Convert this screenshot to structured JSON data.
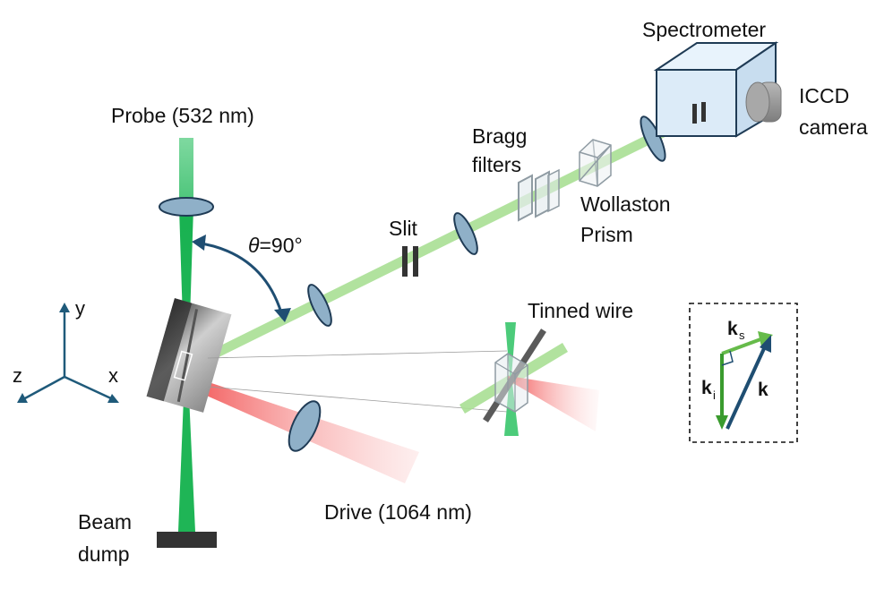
{
  "labels": {
    "spectrometer": "Spectrometer",
    "iccd_line1": "ICCD",
    "iccd_line2": "camera",
    "probe": "Probe (532 nm)",
    "bragg_line1": "Bragg",
    "bragg_line2": "filters",
    "wollaston_line1": "Wollaston",
    "wollaston_line2": "Prism",
    "slit": "Slit",
    "theta_symbol": "θ",
    "theta_value": "=90°",
    "tinned_wire": "Tinned wire",
    "drive": "Drive (1064 nm)",
    "beam_dump_line1": "Beam",
    "beam_dump_line2": "dump"
  },
  "axes": {
    "y": "y",
    "z": "z",
    "x": "x"
  },
  "vector_inset": {
    "ks": "k",
    "ks_sub": "s",
    "ki": "k",
    "ki_sub": "i",
    "k": "k"
  },
  "colors": {
    "probe_green": "#1db954",
    "scatter_green": "#9ed98a",
    "drive_red": "#f26d6d",
    "optic_blue": "#8fb0c8",
    "optic_stroke": "#1f3b55",
    "axis_blue": "#1f5a7a"
  }
}
